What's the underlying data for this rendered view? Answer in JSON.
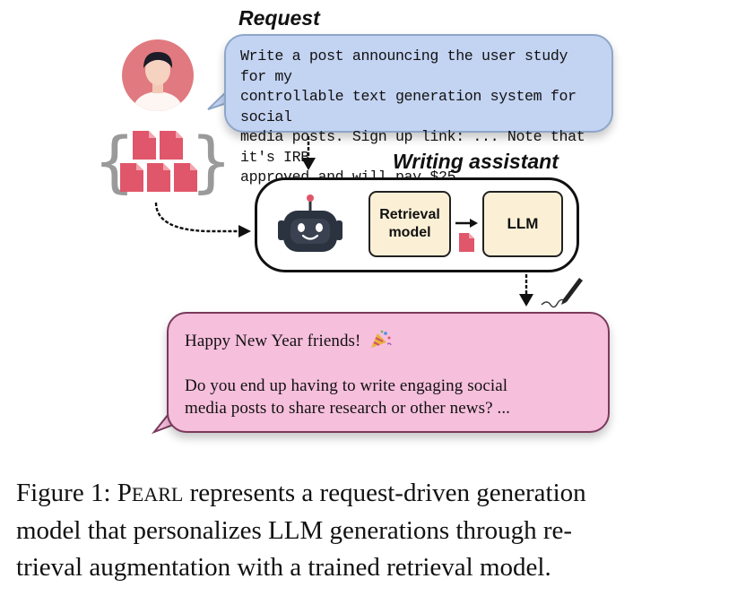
{
  "diagram": {
    "request_title": "Request",
    "request_lines": [
      "Write a post announcing the user study for my",
      "controllable text generation system for social",
      "media posts. Sign up link: ... Note that it's IRB",
      "approved and will pay $25."
    ],
    "assistant_title": "Writing assistant",
    "retrieval_lines": [
      "Retrieval",
      "model"
    ],
    "llm_label": "LLM",
    "output_line1": "Happy New Year friends!",
    "output_line2": "Do you end up having to write engaging social",
    "output_line3": "media posts to share research or other news? ...",
    "colors": {
      "request_bubble": "#c3d3f2",
      "output_bubble": "#f6bfdc",
      "document_red": "#e0566a",
      "avatar_circle": "#e07a80",
      "module_fill": "#fbf0d6"
    },
    "icons": [
      "user-avatar-icon",
      "documents-icon",
      "robot-icon",
      "document-icon",
      "pen-icon",
      "party-popper-icon"
    ]
  },
  "caption": {
    "prefix": "Figure 1: P",
    "smallcaps": "EARL",
    "line1_rest": " represents a request-driven generation",
    "line2": "model that personalizes LLM generations through re-",
    "line3": "trieval augmentation with a trained retrieval model."
  }
}
